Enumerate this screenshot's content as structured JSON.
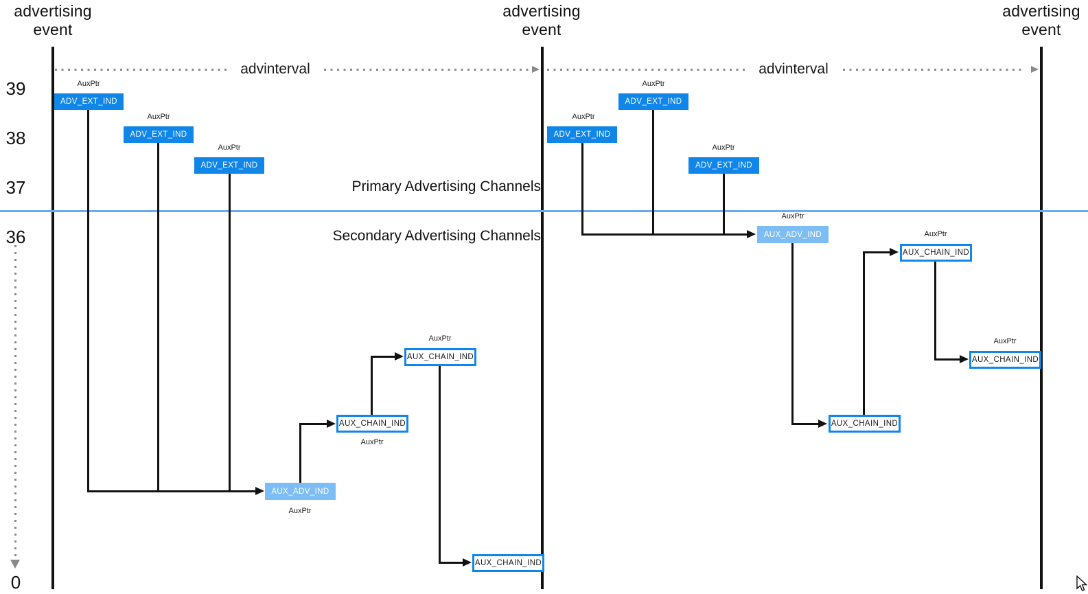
{
  "labels": {
    "advertising_event_line1": "advertising",
    "advertising_event_line2": "event",
    "advinterval": "advinterval",
    "aux_ptr": "AuxPtr",
    "primary_channels": "Primary Advertising Channels",
    "secondary_channels": "Secondary Advertising Channels"
  },
  "channels": [
    "39",
    "38",
    "37",
    "36",
    "0"
  ],
  "packets": {
    "adv_ext_ind": "ADV_EXT_IND",
    "aux_adv_ind": "AUX_ADV_IND",
    "aux_chain_ind": "AUX_CHAIN_IND"
  },
  "colors": {
    "packet_blue": "#1186E9",
    "packet_light_blue": "#7CBDF5",
    "divider_blue": "#66ADF2",
    "line_black": "#121212",
    "dotted_gray": "#8A8A8A"
  }
}
